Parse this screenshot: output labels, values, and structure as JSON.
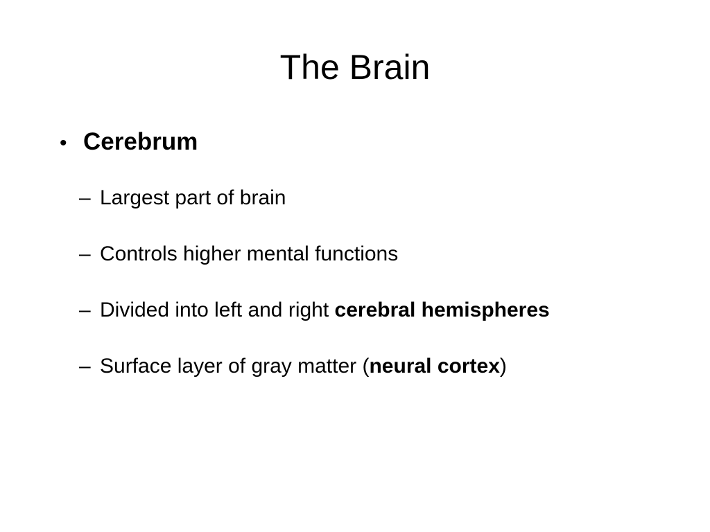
{
  "slide": {
    "title": "The Brain",
    "bullets": [
      {
        "bullet_char": "•",
        "text": "Cerebrum",
        "sub": [
          {
            "dash": "–",
            "text": "Largest part of brain"
          },
          {
            "dash": "–",
            "text": "Controls higher mental functions"
          },
          {
            "dash": "–",
            "text": "Divided into left and right ",
            "bold": "cerebral hemispheres"
          },
          {
            "dash": "–",
            "text": "Surface layer of gray matter (",
            "bold": "neural cortex",
            "after": ")"
          }
        ]
      }
    ]
  }
}
